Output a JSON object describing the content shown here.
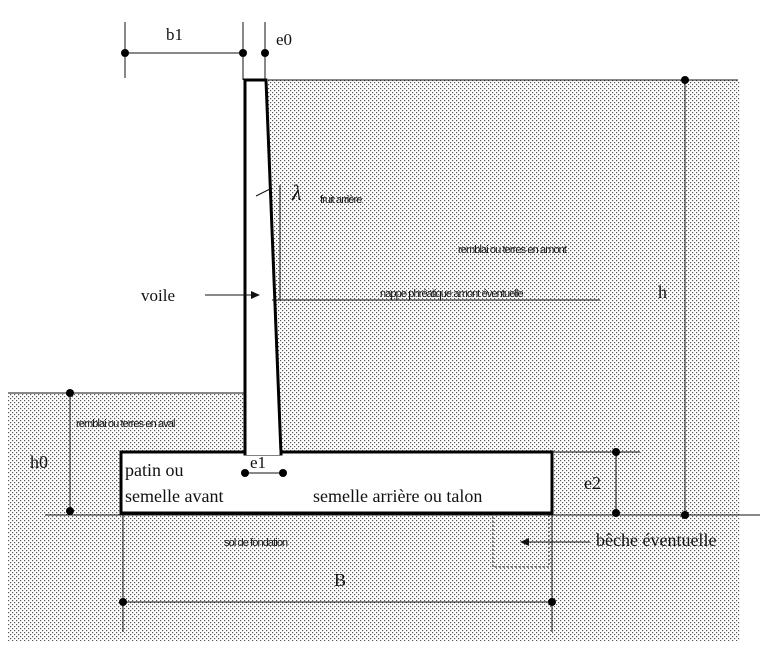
{
  "labels": {
    "b1": "b1",
    "e0": "e0",
    "lambda": "λ",
    "fruit": "fruit arrière",
    "remblai_amont": "remblai ou terres en amont",
    "voile": "voile",
    "nappe": "nappe phréatique amont éventuelle",
    "h": "h",
    "remblai_aval": "remblai ou terres en aval",
    "h0": "h0",
    "e1": "e1",
    "patin_line1": "patin ou",
    "patin_line2": "semelle avant",
    "semelle_arriere": "semelle arrière ou talon",
    "e2": "e2",
    "sol": "sol de fondation",
    "beche": "bêche éventuelle",
    "B": "B"
  },
  "colors": {
    "stroke": "#000000",
    "soil_dots": "#555555",
    "wall_fill": "#ffffff"
  }
}
